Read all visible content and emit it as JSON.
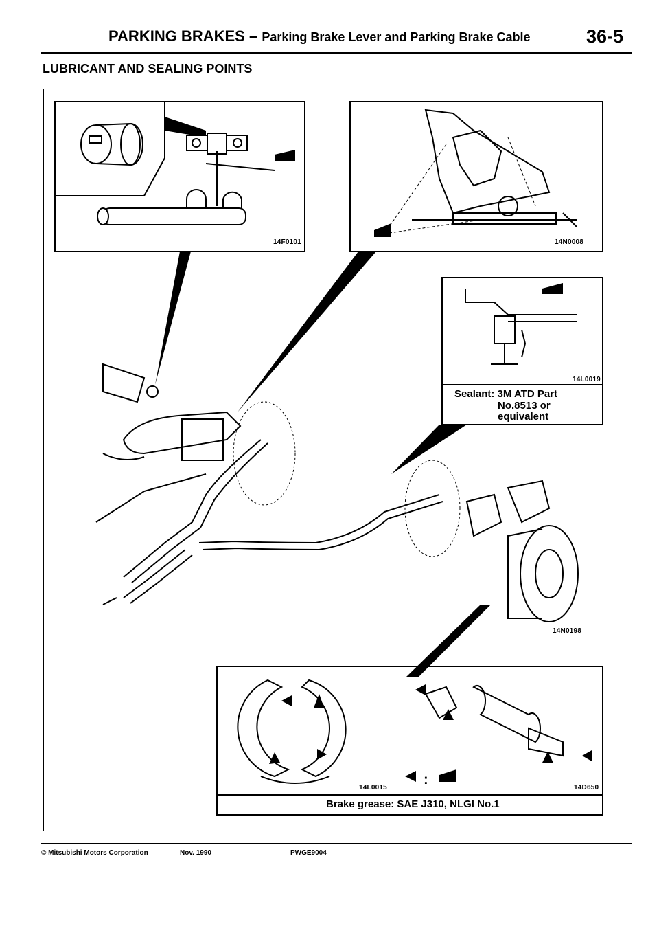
{
  "header": {
    "section": "PARKING BRAKES",
    "dash": "–",
    "subsection": "Parking Brake Lever and Parking Brake Cable",
    "page_number": "36-5"
  },
  "heading": "LUBRICANT AND SEALING POINTS",
  "figures": {
    "lever_detail_code": "14F0101",
    "bracket_detail_code": "14N0008",
    "sealant_detail_code": "14L0019",
    "sealant_line1": "Sealant: 3M ATD Part",
    "sealant_line2": "No.8513 or",
    "sealant_line3": "equivalent",
    "main_assembly_code": "14N0198",
    "shoe_detail_code": "14L0015",
    "adjuster_detail_code": "14D650",
    "legend_separator": ":",
    "grease_caption": "Brake grease: SAE J310, NLGI No.1"
  },
  "footer": {
    "copyright": "© Mitsubishi Motors Corporation",
    "date": "Nov. 1990",
    "doc_code": "PWGE9004"
  }
}
